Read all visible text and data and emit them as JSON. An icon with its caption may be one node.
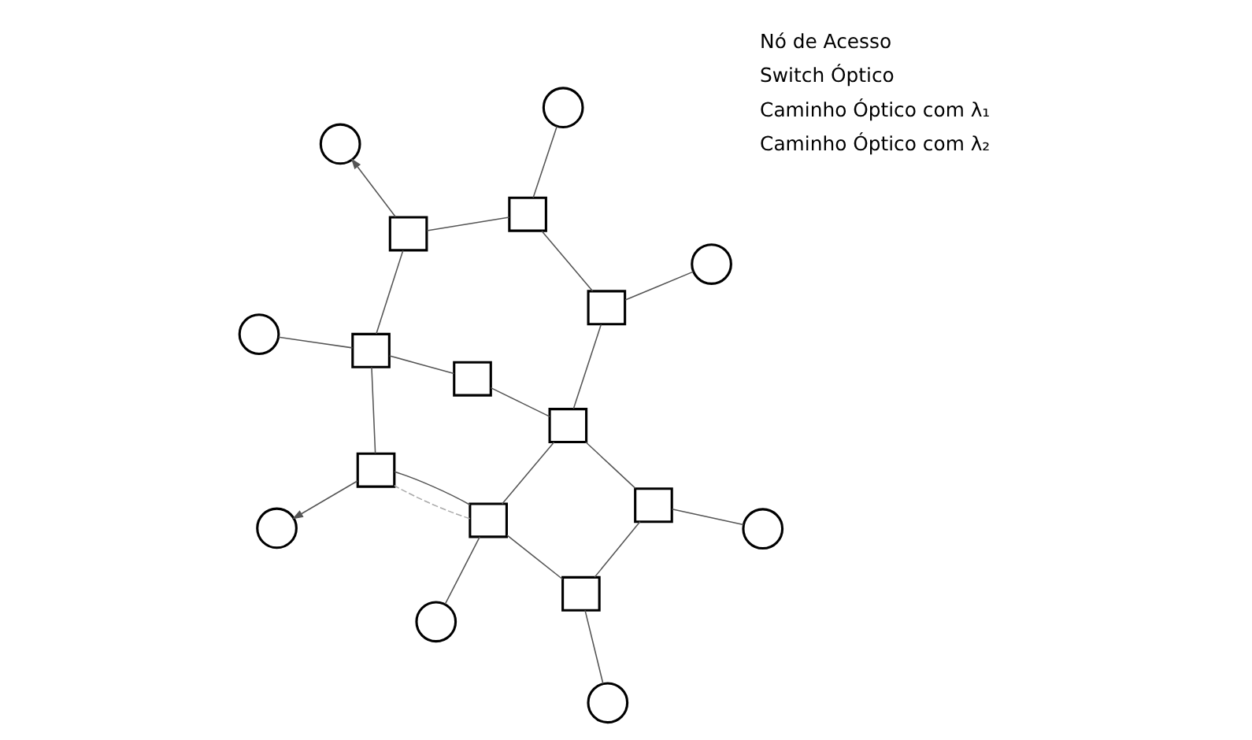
{
  "diagram": {
    "nodes": [
      {
        "text": [],
        "shape": "circle"
      },
      {
        "text": [],
        "shape": "circle"
      },
      {
        "text": [],
        "shape": "circle"
      },
      {
        "text": [],
        "shape": "box"
      },
      {
        "text": [],
        "shape": "box"
      },
      {
        "text": [],
        "shape": "box"
      },
      {
        "text": [],
        "shape": "box"
      },
      {
        "text": [],
        "shape": "box"
      },
      {
        "text": [],
        "shape": "box"
      },
      {
        "text": [],
        "shape": "circle"
      },
      {
        "text": [],
        "shape": "box"
      },
      {
        "text": [],
        "shape": "circle"
      },
      {
        "text": [],
        "shape": "box"
      },
      {
        "text": [],
        "shape": "box"
      },
      {
        "text": [],
        "shape": "box"
      },
      {
        "text": [],
        "shape": "circle"
      },
      {
        "text": [],
        "shape": "circle"
      },
      {
        "text": [],
        "shape": "circle"
      }
    ],
    "edges": [
      {
        "from": 2,
        "to": 3,
        "arrow": "none"
      },
      {
        "from": 3,
        "to": 4,
        "arrow": "none"
      },
      {
        "from": 4,
        "to": 5,
        "arrow": "none"
      },
      {
        "from": 5,
        "to": 4,
        "arrow": "none",
        "style": "dashed",
        "color": "#aaaaaa"
      },
      {
        "from": 4,
        "to": 1,
        "arrow": "to"
      },
      {
        "from": 0,
        "to": 5,
        "arrow": "none"
      },
      {
        "from": 3,
        "to": 6,
        "arrow": "none"
      },
      {
        "from": 6,
        "to": 7,
        "arrow": "none"
      },
      {
        "from": 3,
        "to": 10,
        "arrow": "none"
      },
      {
        "from": 10,
        "to": 11,
        "arrow": "to"
      },
      {
        "from": 5,
        "to": 7,
        "arrow": "none"
      },
      {
        "from": 5,
        "to": 8,
        "arrow": "none"
      },
      {
        "from": 8,
        "to": 9,
        "arrow": "none"
      },
      {
        "from": 8,
        "to": 12,
        "arrow": "none"
      },
      {
        "from": 7,
        "to": 12,
        "arrow": "none"
      },
      {
        "from": 7,
        "to": 14,
        "arrow": "none"
      },
      {
        "from": 10,
        "to": 13,
        "arrow": "none"
      },
      {
        "from": 13,
        "to": 14,
        "arrow": "none"
      },
      {
        "from": 13,
        "to": 16,
        "arrow": "none"
      },
      {
        "from": 14,
        "to": 17,
        "arrow": "none"
      },
      {
        "from": 12,
        "to": 15,
        "arrow": "none"
      }
    ],
    "legend": [
      {
        "text": "Nó de Acesso"
      },
      {
        "text": "Switch Óptico"
      },
      {
        "text": "Caminho Óptico com λ₁"
      },
      {
        "text": "Caminho Óptico com λ₂"
      }
    ]
  }
}
